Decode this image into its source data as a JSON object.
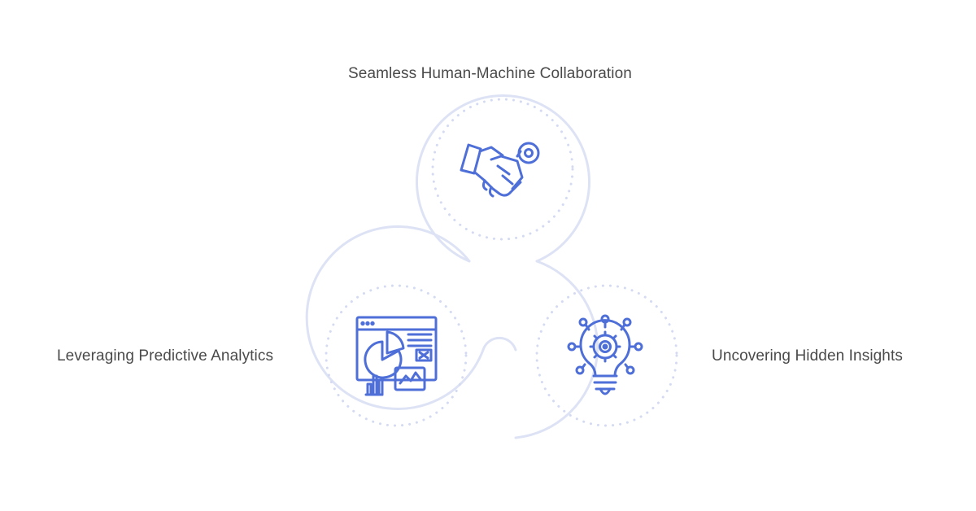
{
  "nodes": [
    {
      "id": "top",
      "label": "Seamless Human-Machine Collaboration",
      "icon": "handshake-icon"
    },
    {
      "id": "left",
      "label": "Leveraging Predictive Analytics",
      "icon": "analytics-dashboard-icon"
    },
    {
      "id": "right",
      "label": "Uncovering Hidden Insights",
      "icon": "lightbulb-gear-icon"
    }
  ],
  "colors": {
    "outline": "#dde3f5",
    "dots": "#d3daf2",
    "icon": "#4f6fd8",
    "text": "#4a4a4a",
    "background": "#ffffff"
  }
}
